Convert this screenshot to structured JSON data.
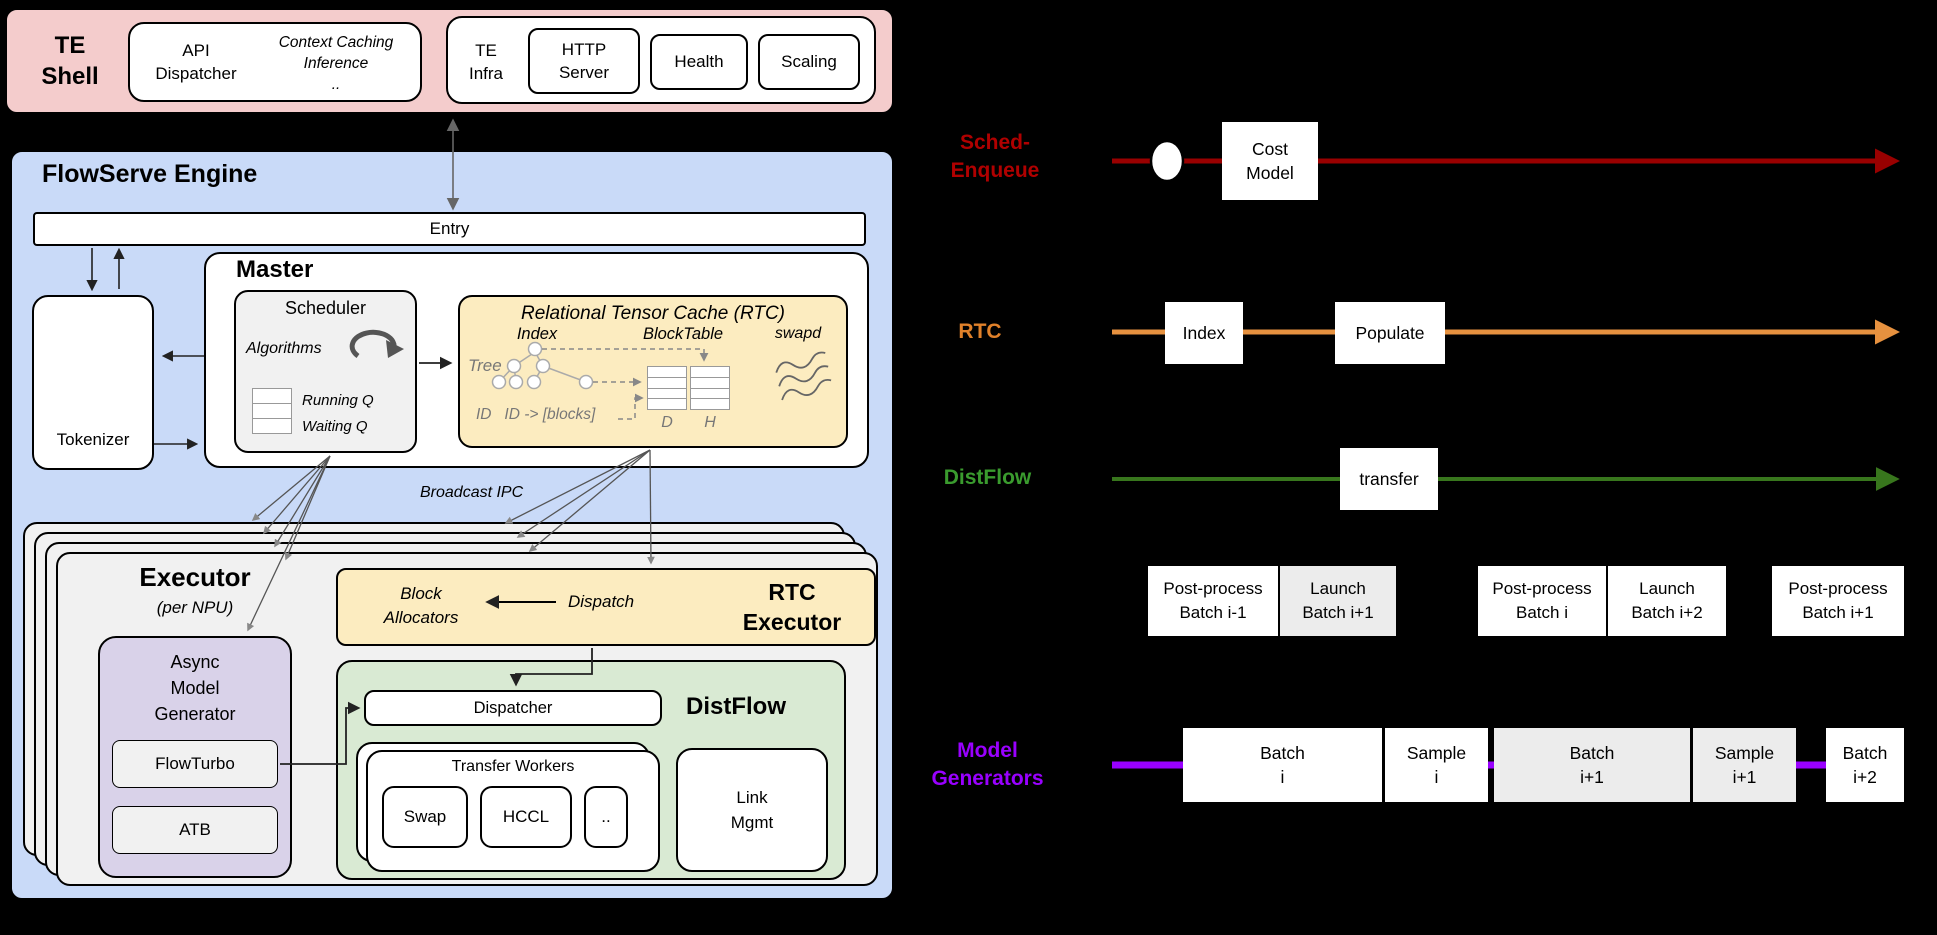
{
  "colors": {
    "shell_pink": "#f4cccc",
    "engine_blue": "#c9daf8",
    "rtc_yellow": "#fcecc0",
    "amg_purple": "#d9d2e9",
    "distflow_green": "#d9ead3",
    "lane_sched_red": "#990000",
    "lane_rtc_orange": "#e6913f",
    "lane_distflow_green": "#38761d",
    "lane_modelgen_purple": "#9900ff"
  },
  "shell": {
    "title": [
      "TE",
      "Shell"
    ],
    "api": {
      "label": [
        "API",
        "Dispatcher"
      ],
      "items": [
        "Context Caching",
        "Inference",
        ".."
      ]
    },
    "infra": {
      "label": [
        "TE",
        "Infra"
      ],
      "http": [
        "HTTP",
        "Server"
      ],
      "health": "Health",
      "scaling": "Scaling"
    }
  },
  "engine": {
    "title": "FlowServe Engine",
    "entry": "Entry",
    "tokenizer": "Tokenizer",
    "broadcast_ipc": "Broadcast IPC",
    "master": {
      "title": "Master",
      "scheduler": {
        "title": "Scheduler",
        "algorithms": "Algorithms",
        "running_q": "Running Q",
        "waiting_q": "Waiting Q"
      },
      "rtc": {
        "title": "Relational Tensor Cache (RTC)",
        "index": "Index",
        "blocktable": "BlockTable",
        "swapd": "swapd",
        "tree": "Tree",
        "id_map": "ID   ID -> [blocks]",
        "d": "D",
        "h": "H"
      }
    },
    "executor": {
      "title": "Executor",
      "subtitle": "(per NPU)",
      "amg": [
        "Async",
        "Model",
        "Generator"
      ],
      "flowturbo": "FlowTurbo",
      "atb": "ATB",
      "rtc_exec": {
        "block": [
          "Block",
          "Allocators"
        ],
        "dispatch": "Dispatch",
        "title": [
          "RTC",
          "Executor"
        ]
      },
      "distflow": {
        "title": "DistFlow",
        "dispatcher": "Dispatcher",
        "transfer_workers": "Transfer Workers",
        "swap": "Swap",
        "hccl": "HCCL",
        "dots": "..",
        "link": [
          "Link",
          "Mgmt"
        ]
      }
    }
  },
  "timeline": {
    "lanes": [
      {
        "label": [
          "Sched-",
          "Enqueue"
        ],
        "color": "#b00000"
      },
      {
        "label": [
          "RTC"
        ],
        "color": "#e0812a"
      },
      {
        "label": [
          "DistFlow"
        ],
        "color": "#3a9b2e"
      },
      {
        "label": [
          "Model",
          "Generators"
        ],
        "color": "#9900ff"
      }
    ],
    "cost_model": [
      "Cost",
      "Model"
    ],
    "rtc_boxes": {
      "index": "Index",
      "populate": "Populate"
    },
    "transfer": "transfer",
    "batch_row": [
      {
        "lines": [
          "Post-process",
          "Batch i-1"
        ],
        "shade": "white"
      },
      {
        "lines": [
          "Launch",
          "Batch i+1"
        ],
        "shade": "gray"
      },
      {
        "lines": [
          "Post-process",
          "Batch i"
        ],
        "shade": "white"
      },
      {
        "lines": [
          "Launch",
          "Batch i+2"
        ],
        "shade": "white"
      },
      {
        "lines": [
          "Post-process",
          "Batch i+1"
        ],
        "shade": "white"
      }
    ],
    "gen_row": [
      {
        "lines": [
          "Batch",
          "i"
        ],
        "shade": "white"
      },
      {
        "lines": [
          "Sample",
          "i"
        ],
        "shade": "white"
      },
      {
        "lines": [
          "Batch",
          "i+1"
        ],
        "shade": "gray"
      },
      {
        "lines": [
          "Sample",
          "i+1"
        ],
        "shade": "gray"
      },
      {
        "lines": [
          "Batch",
          "i+2"
        ],
        "shade": "white"
      }
    ]
  }
}
